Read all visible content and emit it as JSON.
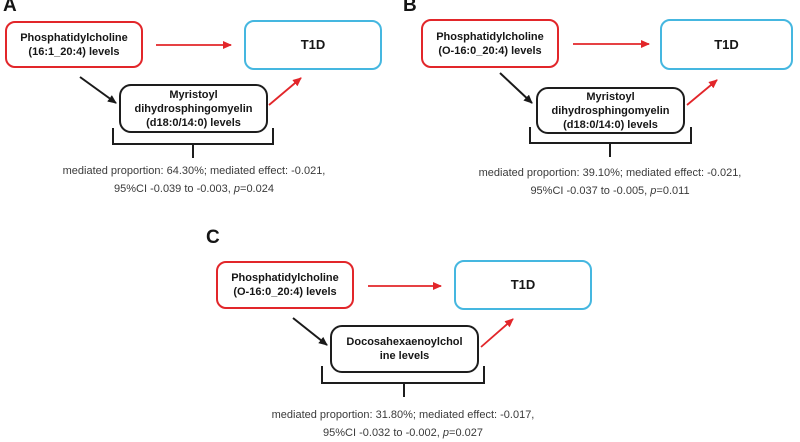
{
  "figure": {
    "colors": {
      "exposure_border": "#e2262a",
      "outcome_border": "#45b7e0",
      "mediator_border": "#1d1d1d",
      "arrow_red": "#e2262a",
      "arrow_black": "#1a1a1a"
    },
    "panels": [
      {
        "label": "A",
        "exposure": "Phosphatidylcholine\n(16:1_20:4) levels",
        "outcome": "T1D",
        "mediator": "Myristoyl\ndihydrosphingomyelin\n(d18:0/14:0) levels",
        "stats": {
          "line1": "mediated proportion: 64.30%; mediated effect: -0.021,",
          "ci": "95%CI -0.039 to -0.003, ",
          "p_symbol": "p",
          "p_value": "=0.024"
        }
      },
      {
        "label": "B",
        "exposure": "Phosphatidylcholine\n(O-16:0_20:4) levels",
        "outcome": "T1D",
        "mediator": "Myristoyl\ndihydrosphingomyelin\n(d18:0/14:0) levels",
        "stats": {
          "line1": "mediated proportion: 39.10%; mediated effect: -0.021,",
          "ci": "95%CI -0.037 to -0.005, ",
          "p_symbol": "p",
          "p_value": "=0.011"
        }
      },
      {
        "label": "C",
        "exposure": "Phosphatidylcholine\n(O-16:0_20:4) levels",
        "outcome": "T1D",
        "mediator": "Docosahexaenoylchol\nine levels",
        "stats": {
          "line1": "mediated proportion: 31.80%; mediated effect: -0.017,",
          "ci": "95%CI -0.032 to -0.002, ",
          "p_symbol": "p",
          "p_value": "=0.027"
        }
      }
    ]
  }
}
